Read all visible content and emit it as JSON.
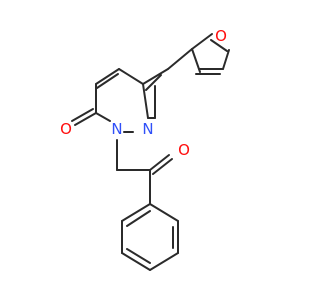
{
  "structure": {
    "atoms": [
      {
        "id": "o-furan",
        "label": "O",
        "color": "#ff0d0d"
      },
      {
        "id": "n-pyridazine-upper",
        "label": "N",
        "color": "#3050f8"
      },
      {
        "id": "n-pyridazine-lower",
        "label": "N",
        "color": "#3050f8"
      },
      {
        "id": "o-pyridazinone",
        "label": "O",
        "color": "#ff0d0d"
      },
      {
        "id": "o-ketone",
        "label": "O",
        "color": "#ff0d0d"
      }
    ],
    "bond_color": "#2b2b2b",
    "background": "#ffffff"
  }
}
